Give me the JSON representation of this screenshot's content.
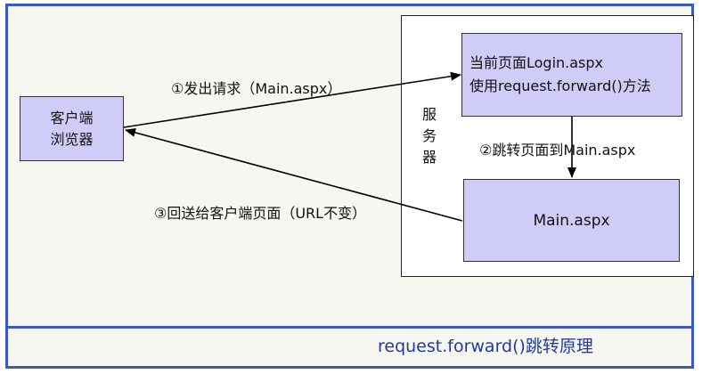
{
  "client": {
    "line1": "客户端",
    "line2": "浏览器"
  },
  "server": {
    "char1": "服",
    "char2": "务",
    "char3": "器"
  },
  "login_page": {
    "line1": "当前页面Login.aspx",
    "line2": "使用request.forward()方法"
  },
  "main_page": {
    "label": "Main.aspx"
  },
  "arrows": {
    "step1": "①发出请求（Main.aspx）",
    "step2": "②跳转页面到Main.aspx",
    "step3": "③回送给客户端页面（URL不变）"
  },
  "caption": "request.forward()跳转原理",
  "colors": {
    "frame": "#3a5bc7",
    "box_fill": "#cfcdf8",
    "caption": "#1f3aa8",
    "background": "#f8f6f0"
  }
}
